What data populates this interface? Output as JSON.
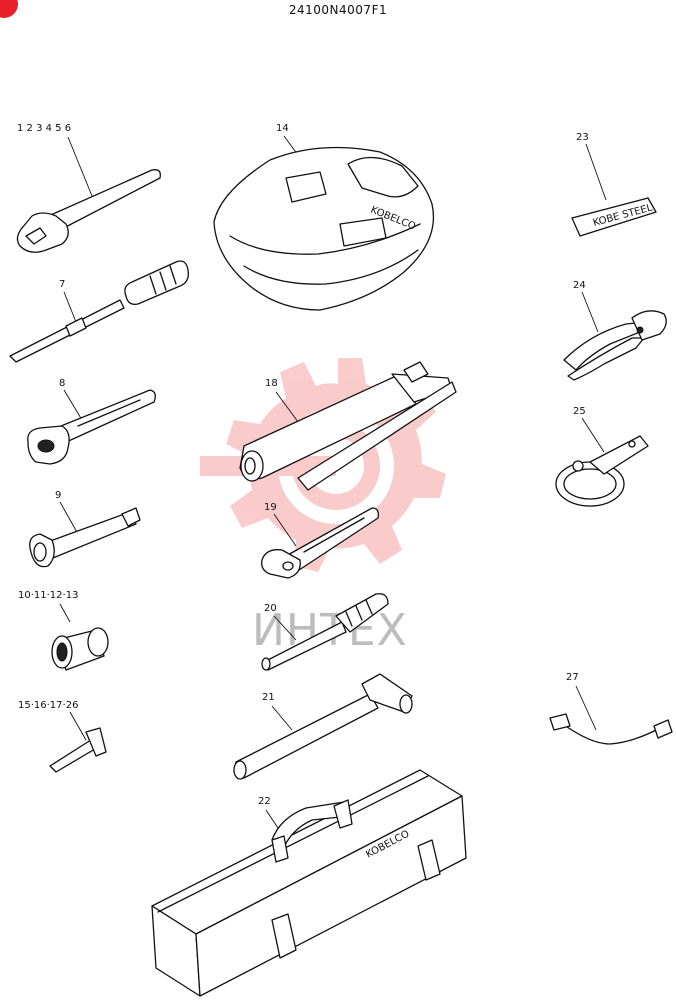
{
  "drawing_number": "24100N4007F1",
  "watermark_text": "ИНТЕХ",
  "colors": {
    "watermark": "#f26d6d",
    "corner_badge": "#e8202a",
    "line": "#111111"
  },
  "callouts": {
    "c1": "1 2 3 4 5 6",
    "c7": "7",
    "c8": "8",
    "c9": "9",
    "c10": "10·11·12·13",
    "c15": "15·16·17·26",
    "c14": "14",
    "c18": "18",
    "c19": "19",
    "c20": "20",
    "c21": "21",
    "c22": "22",
    "c23": "23",
    "c24": "24",
    "c25": "25",
    "c27": "27"
  },
  "brand_marks": {
    "bag": "KOBELCO",
    "toolbox": "KOBELCO",
    "gauge": "KOBE STEEL"
  }
}
